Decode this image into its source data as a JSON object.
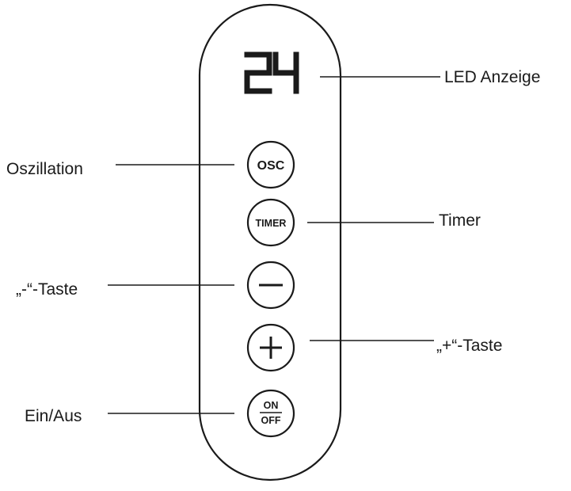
{
  "display": {
    "digits": "24"
  },
  "buttons": {
    "osc": "OSC",
    "timer": "TIMER",
    "on": "ON",
    "off": "OFF"
  },
  "callouts": {
    "led_display": "LED Anzeige",
    "oscillation": "Oszillation",
    "timer": "Timer",
    "minus_key": "„-“-Taste",
    "plus_key": "„+“-Taste",
    "power": "Ein/Aus"
  },
  "colors": {
    "stroke": "#1a1a1a",
    "background": "#ffffff"
  }
}
